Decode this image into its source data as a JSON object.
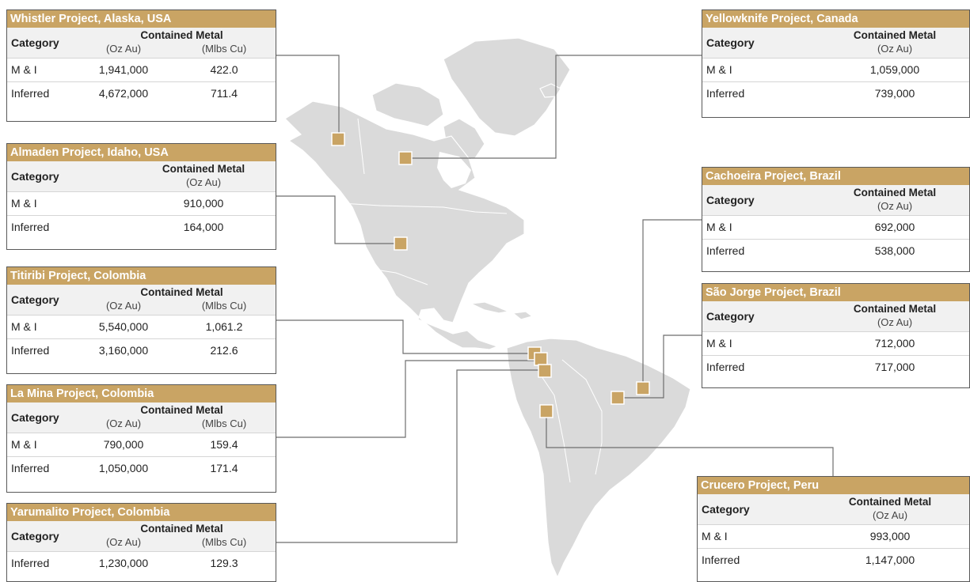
{
  "contained_metal_label": "Contained Metal",
  "category_label": "Category",
  "projects": [
    {
      "id": "whistler",
      "title": "Whistler Project, Alaska, USA",
      "units": [
        "(Oz Au)",
        "(Mlbs Cu)"
      ],
      "rows": [
        {
          "label": "M & I",
          "values": [
            "1,941,000",
            "422.0"
          ]
        },
        {
          "label": "Inferred",
          "values": [
            "4,672,000",
            "711.4"
          ]
        }
      ]
    },
    {
      "id": "almaden",
      "title": "Almaden Project, Idaho, USA",
      "units": [
        "(Oz Au)"
      ],
      "rows": [
        {
          "label": "M & I",
          "values": [
            "910,000"
          ]
        },
        {
          "label": "Inferred",
          "values": [
            "164,000"
          ]
        }
      ]
    },
    {
      "id": "titiribi",
      "title": "Titiribi  Project, Colombia",
      "units": [
        "(Oz Au)",
        "(Mlbs Cu)"
      ],
      "rows": [
        {
          "label": "M & I",
          "values": [
            "5,540,000",
            "1,061.2"
          ]
        },
        {
          "label": "Inferred",
          "values": [
            "3,160,000",
            "212.6"
          ]
        }
      ]
    },
    {
      "id": "lamina",
      "title": "La Mina Project, Colombia",
      "units": [
        "(Oz Au)",
        "(Mlbs Cu)"
      ],
      "rows": [
        {
          "label": "M & I",
          "values": [
            "790,000",
            "159.4"
          ]
        },
        {
          "label": "Inferred",
          "values": [
            "1,050,000",
            "171.4"
          ]
        }
      ]
    },
    {
      "id": "yarumalito",
      "title": "Yarumalito Project, Colombia",
      "units": [
        "(Oz Au)",
        "(Mlbs Cu)"
      ],
      "rows": [
        {
          "label": "Inferred",
          "values": [
            "1,230,000",
            "129.3"
          ]
        }
      ]
    },
    {
      "id": "yellowknife",
      "title": "Yellowknife  Project, Canada",
      "units": [
        "(Oz Au)"
      ],
      "rows": [
        {
          "label": "M & I",
          "values": [
            "1,059,000"
          ]
        },
        {
          "label": "Inferred",
          "values": [
            "739,000"
          ]
        }
      ]
    },
    {
      "id": "cachoeira",
      "title": "Cachoeira Project, Brazil",
      "units": [
        "(Oz Au)"
      ],
      "rows": [
        {
          "label": "M & I",
          "values": [
            "692,000"
          ]
        },
        {
          "label": "Inferred",
          "values": [
            "538,000"
          ]
        }
      ]
    },
    {
      "id": "saojorge",
      "title": "São Jorge Project, Brazil",
      "units": [
        "(Oz Au)"
      ],
      "rows": [
        {
          "label": "M & I",
          "values": [
            "712,000"
          ]
        },
        {
          "label": "Inferred",
          "values": [
            "717,000"
          ]
        }
      ]
    },
    {
      "id": "crucero",
      "title": "Crucero Project, Peru",
      "units": [
        "(Oz Au)"
      ],
      "rows": [
        {
          "label": "M & I",
          "values": [
            "993,000"
          ]
        },
        {
          "label": "Inferred",
          "values": [
            "1,147,000"
          ]
        }
      ]
    }
  ],
  "colors": {
    "header_gold": "#c9a464",
    "marker_gold": "#c9a464",
    "land_gray": "#dadada",
    "leader_line": "#6e6e6e"
  }
}
